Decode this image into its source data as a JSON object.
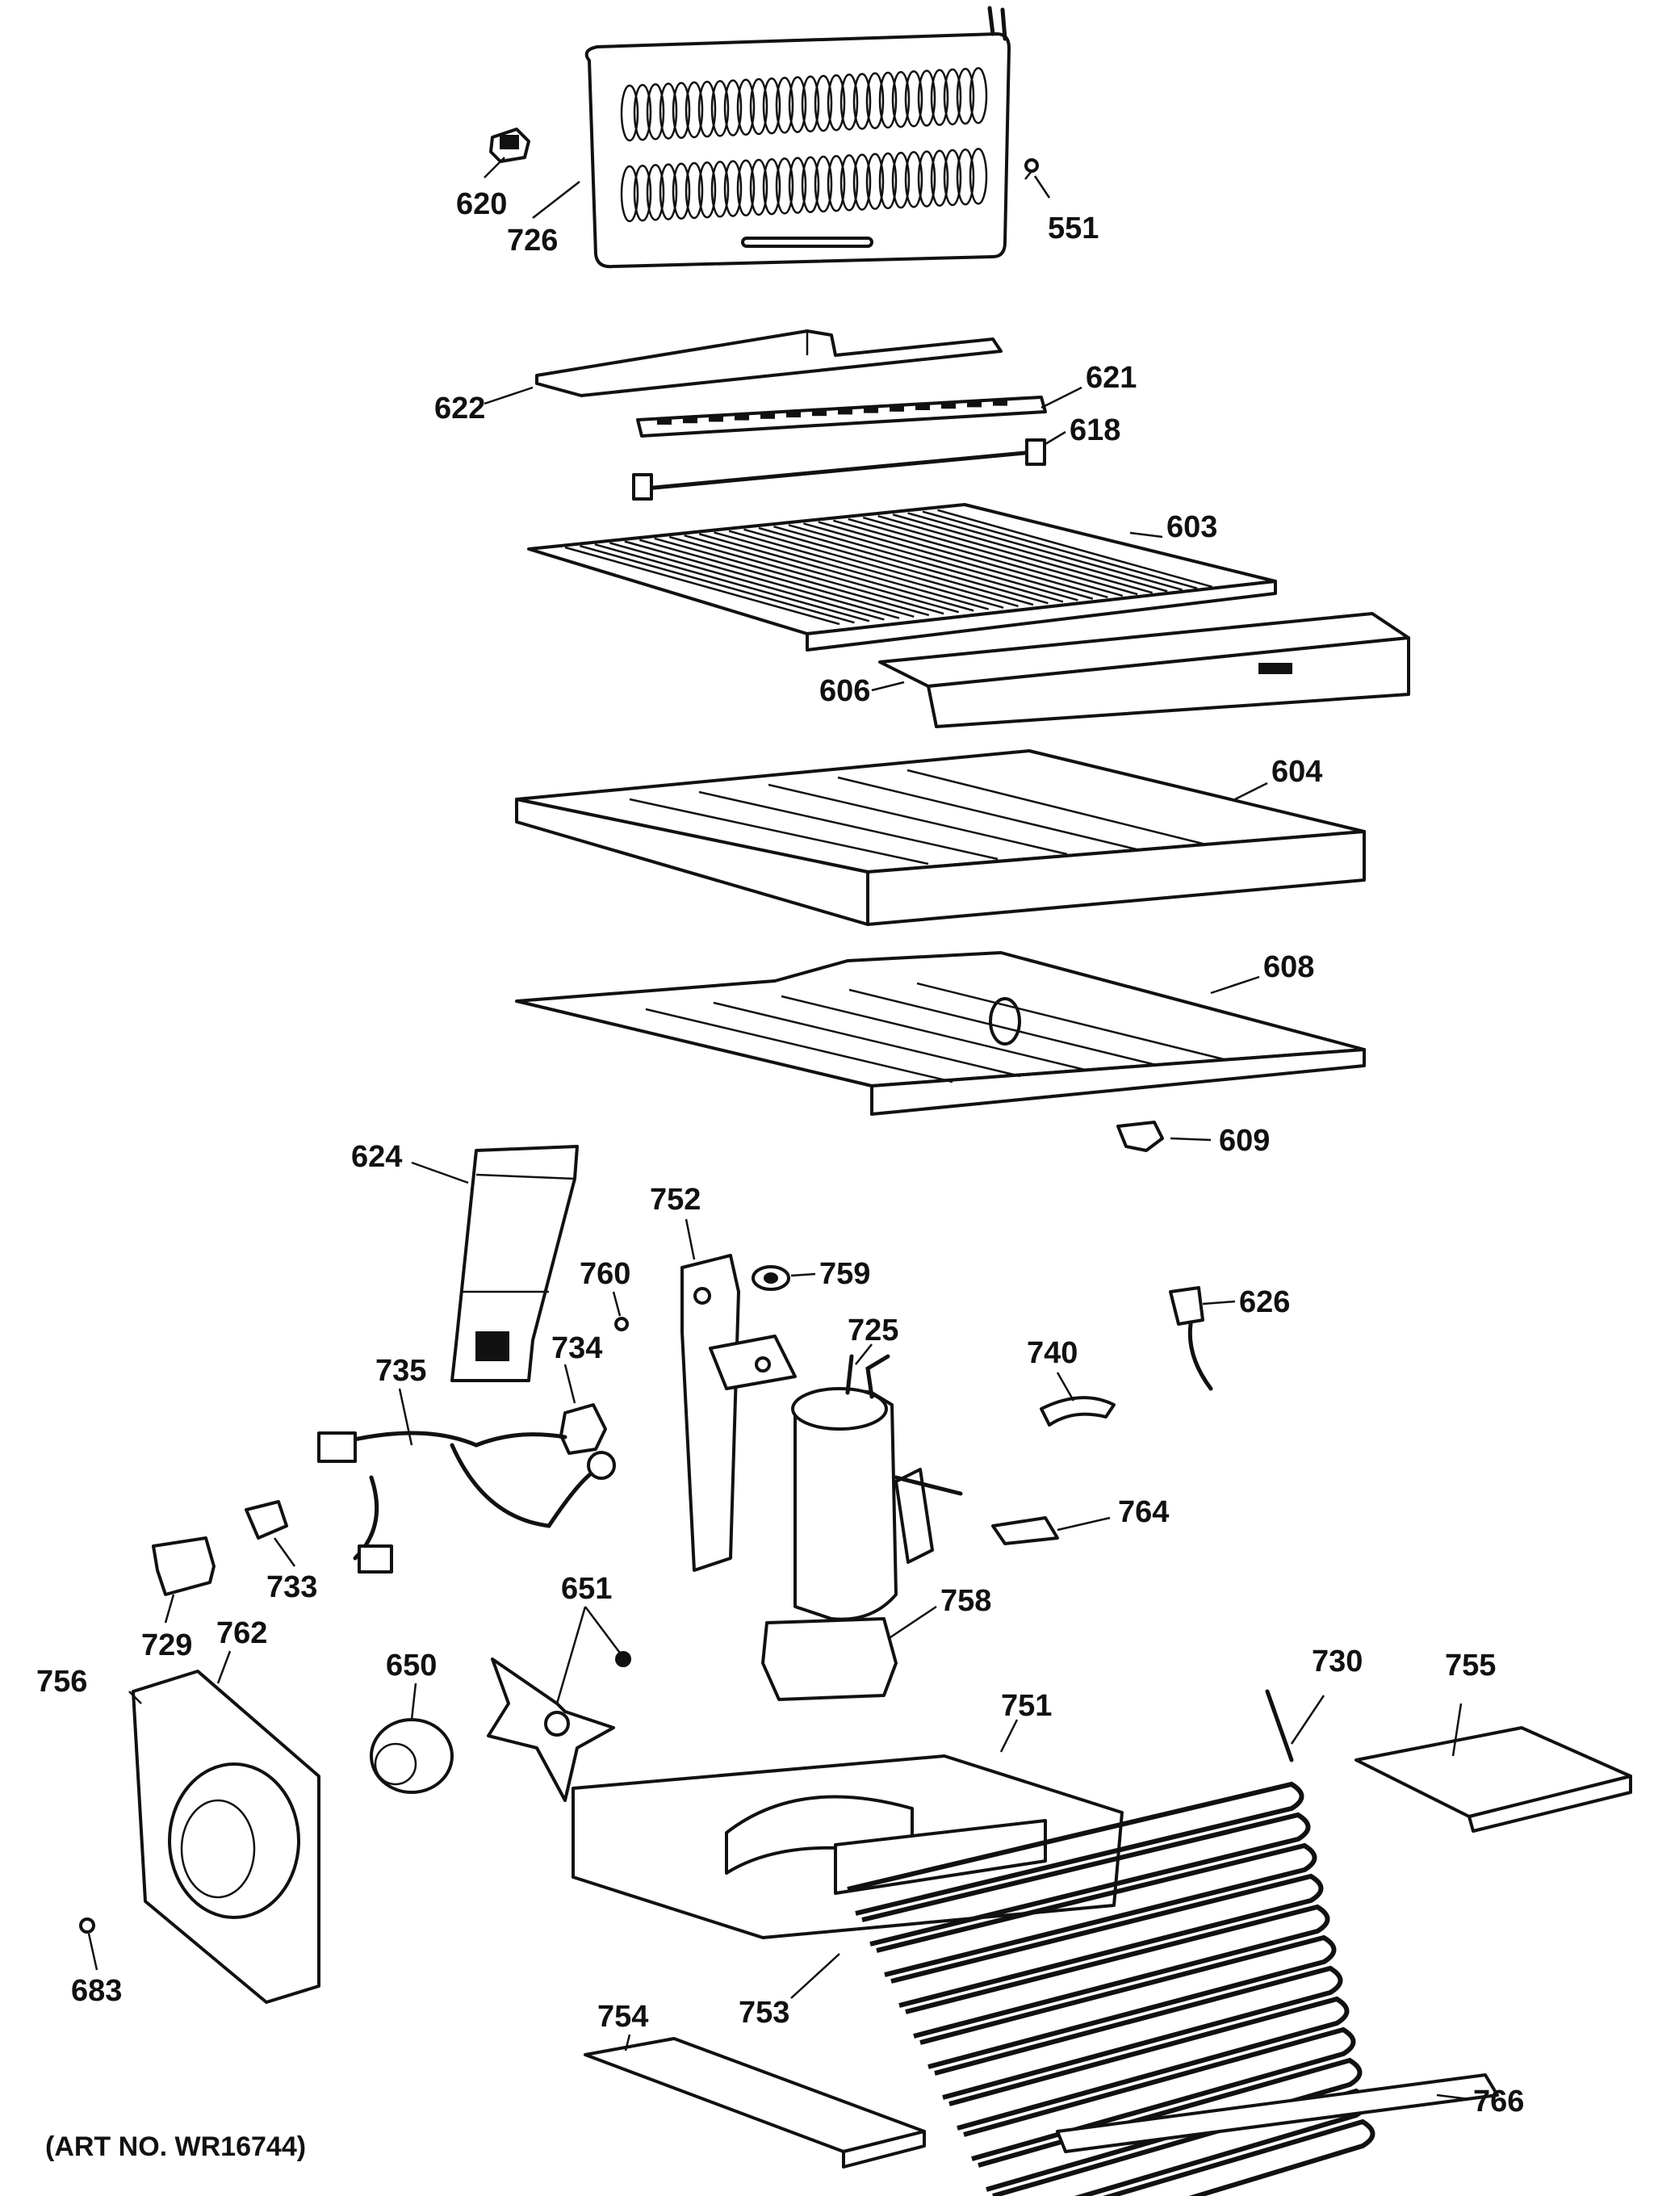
{
  "art_number": "(ART NO. WR16744)",
  "parts": {
    "p551": "551",
    "p603": "603",
    "p604": "604",
    "p606": "606",
    "p608": "608",
    "p609": "609",
    "p618": "618",
    "p620": "620",
    "p621": "621",
    "p622": "622",
    "p624": "624",
    "p626": "626",
    "p650": "650",
    "p651": "651",
    "p683": "683",
    "p725": "725",
    "p726": "726",
    "p729": "729",
    "p730": "730",
    "p733": "733",
    "p734": "734",
    "p735": "735",
    "p740": "740",
    "p751": "751",
    "p752": "752",
    "p753": "753",
    "p754": "754",
    "p755": "755",
    "p756": "756",
    "p758": "758",
    "p759": "759",
    "p760": "760",
    "p762": "762",
    "p764": "764",
    "p766": "766"
  }
}
